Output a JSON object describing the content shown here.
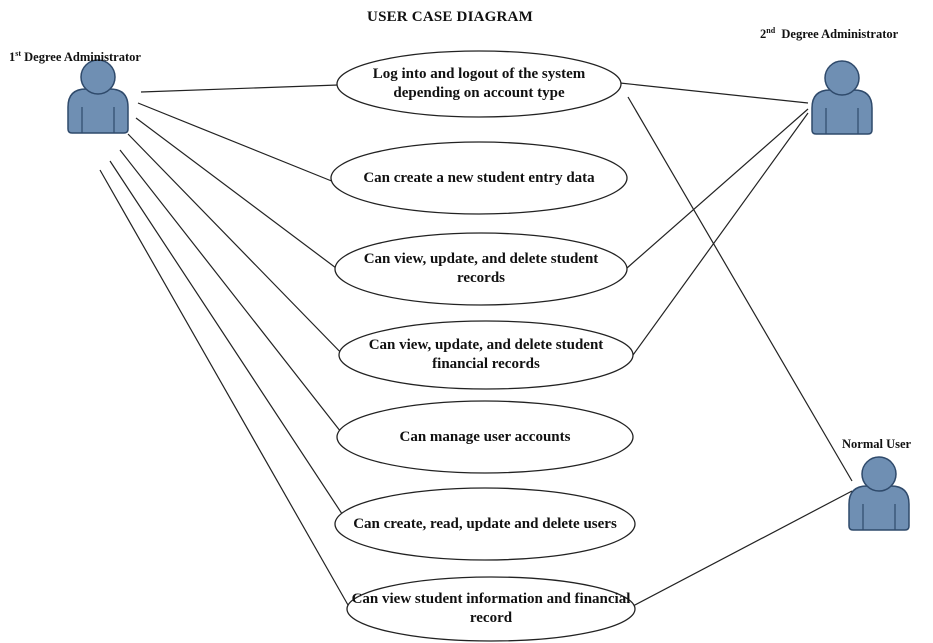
{
  "diagram": {
    "title": "USER CASE DIAGRAM",
    "colors": {
      "actor_fill": "#6f8fb3",
      "actor_stroke": "#2f4a6b",
      "line": "#222222",
      "usecase_stroke": "#222222"
    },
    "actors": [
      {
        "id": "admin1",
        "ordinal": "1",
        "suffix": "st",
        "label": " Degree Administrator"
      },
      {
        "id": "admin2",
        "ordinal": "2",
        "suffix": "nd",
        "label": "  Degree Administrator"
      },
      {
        "id": "normal",
        "label": "Normal User"
      }
    ],
    "use_cases": [
      {
        "id": "uc1",
        "text": "Log into and logout of the system depending on account type"
      },
      {
        "id": "uc2",
        "text": "Can create a new student entry data"
      },
      {
        "id": "uc3",
        "text": "Can view, update,  and delete student records"
      },
      {
        "id": "uc4",
        "text": "Can view, update, and delete student financial records"
      },
      {
        "id": "uc5",
        "text": "Can manage user accounts"
      },
      {
        "id": "uc6",
        "text": "Can create, read, update and delete users"
      },
      {
        "id": "uc7",
        "text": "Can view student information and financial record"
      }
    ],
    "associations": [
      [
        "admin1",
        "uc1"
      ],
      [
        "admin1",
        "uc2"
      ],
      [
        "admin1",
        "uc3"
      ],
      [
        "admin1",
        "uc4"
      ],
      [
        "admin1",
        "uc5"
      ],
      [
        "admin1",
        "uc6"
      ],
      [
        "admin1",
        "uc7"
      ],
      [
        "admin2",
        "uc1"
      ],
      [
        "admin2",
        "uc3"
      ],
      [
        "admin2",
        "uc4"
      ],
      [
        "normal",
        "uc1"
      ],
      [
        "normal",
        "uc7"
      ]
    ]
  }
}
